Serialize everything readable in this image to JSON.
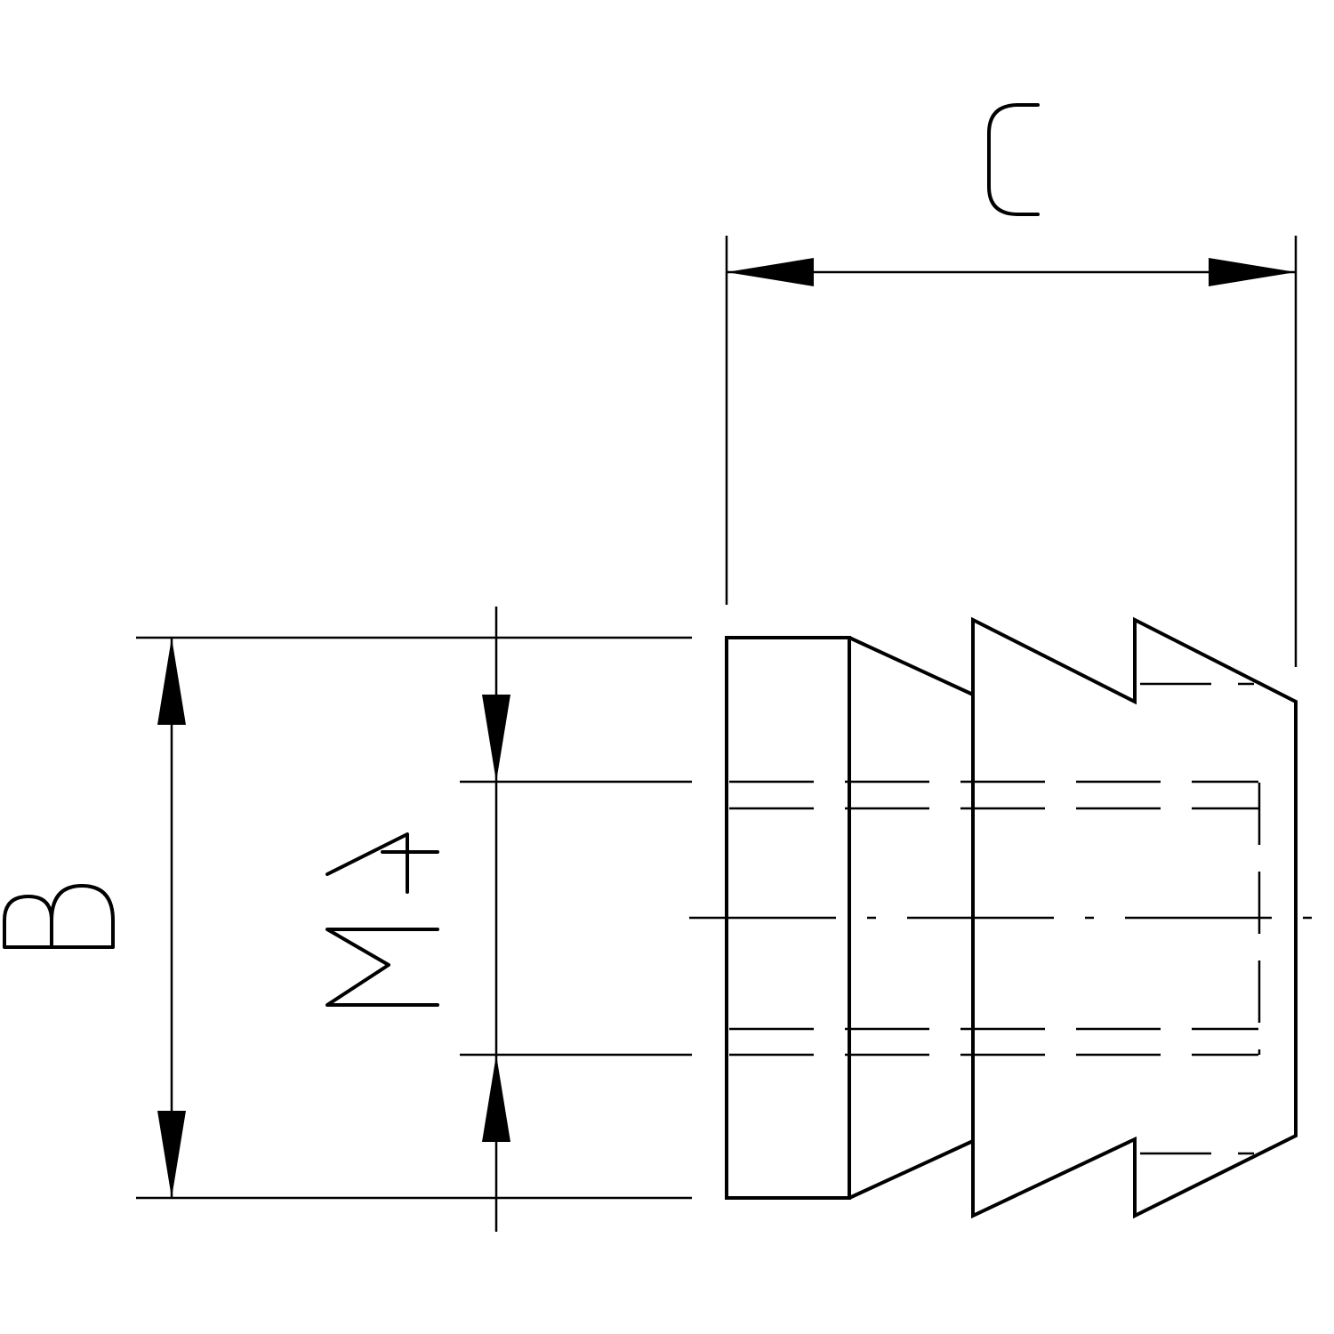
{
  "dimensions": {
    "c_label": "C",
    "b_label": "B",
    "thread_label": "M4"
  }
}
